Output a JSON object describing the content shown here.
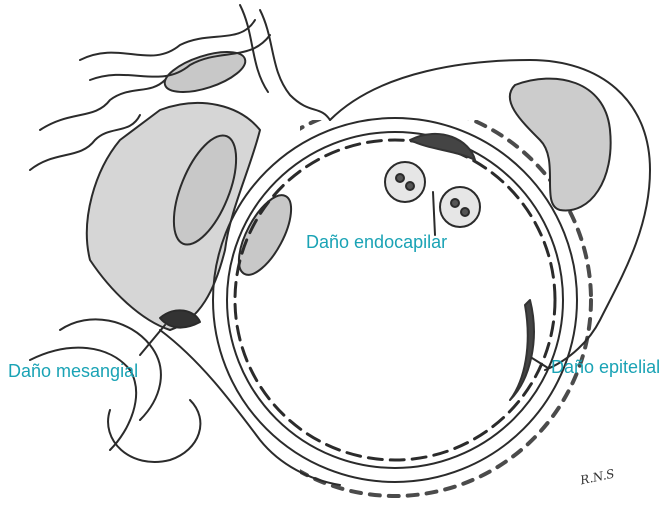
{
  "figure": {
    "labels": {
      "endocapillary": "Daño endocapilar",
      "mesangial": "Daño mesangial",
      "epithelial": "Daño epitelial"
    },
    "signature": "R.N.S",
    "colors": {
      "label": "#1aa3b5",
      "ink": "#2b2b2b",
      "shade": "#bdbdbd",
      "dark_shade": "#555555"
    }
  }
}
